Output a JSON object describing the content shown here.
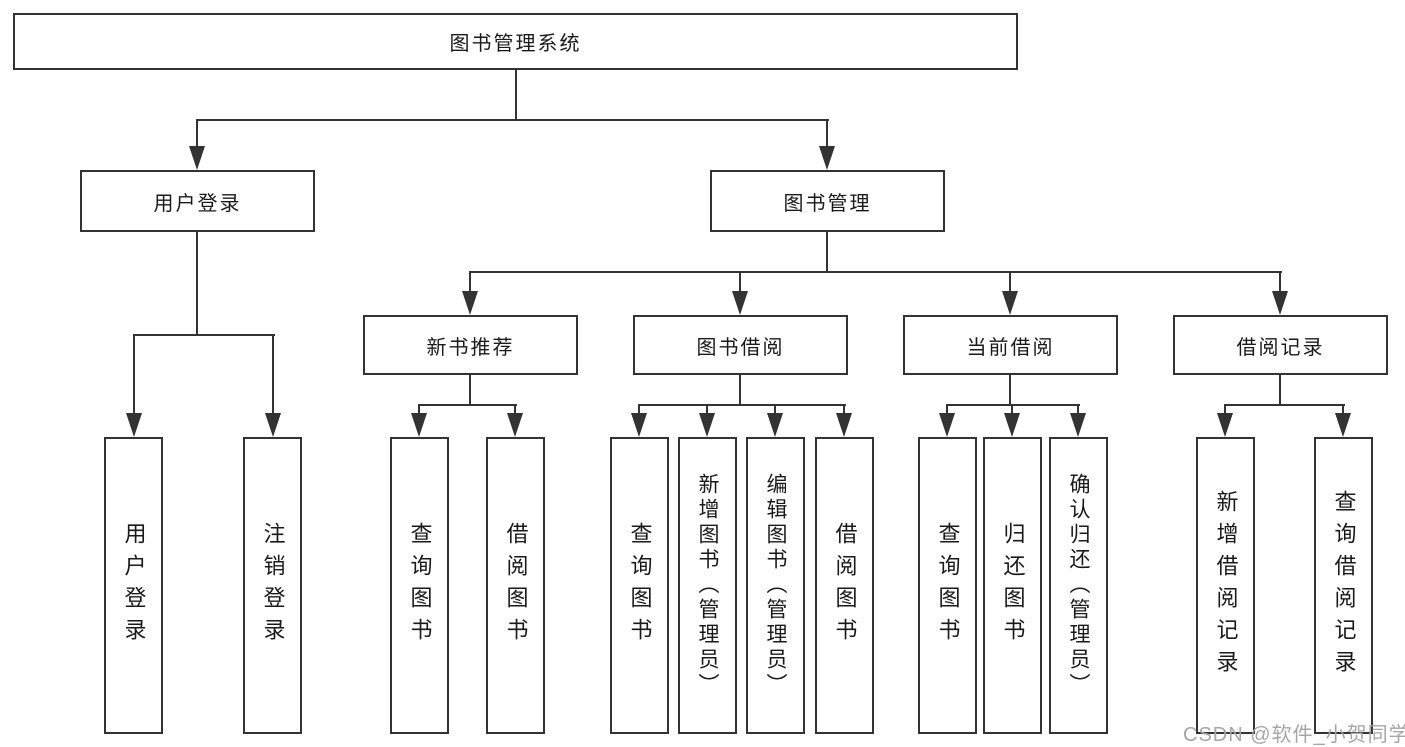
{
  "diagram": {
    "root": {
      "label": "图书管理系统"
    },
    "level2": [
      {
        "label": "用户登录"
      },
      {
        "label": "图书管理"
      }
    ],
    "level3": [
      {
        "label": "新书推荐"
      },
      {
        "label": "图书借阅"
      },
      {
        "label": "当前借阅"
      },
      {
        "label": "借阅记录"
      }
    ],
    "leaves": {
      "login": [
        "用户登录",
        "注销登录"
      ],
      "recommend": [
        "查询图书",
        "借阅图书"
      ],
      "borrow": [
        "查询图书",
        "新增图书（管理员）",
        "编辑图书（管理员）",
        "借阅图书"
      ],
      "current": [
        "查询图书",
        "归还图书",
        "确认归还（管理员）"
      ],
      "records": [
        "新增借阅记录",
        "查询借阅记录"
      ]
    }
  },
  "watermark": "CSDN @软件_小贺同学",
  "colors": {
    "line": "#333333",
    "text": "#1a1a1a",
    "watermark": "#a6a6a6",
    "background": "#ffffff"
  }
}
